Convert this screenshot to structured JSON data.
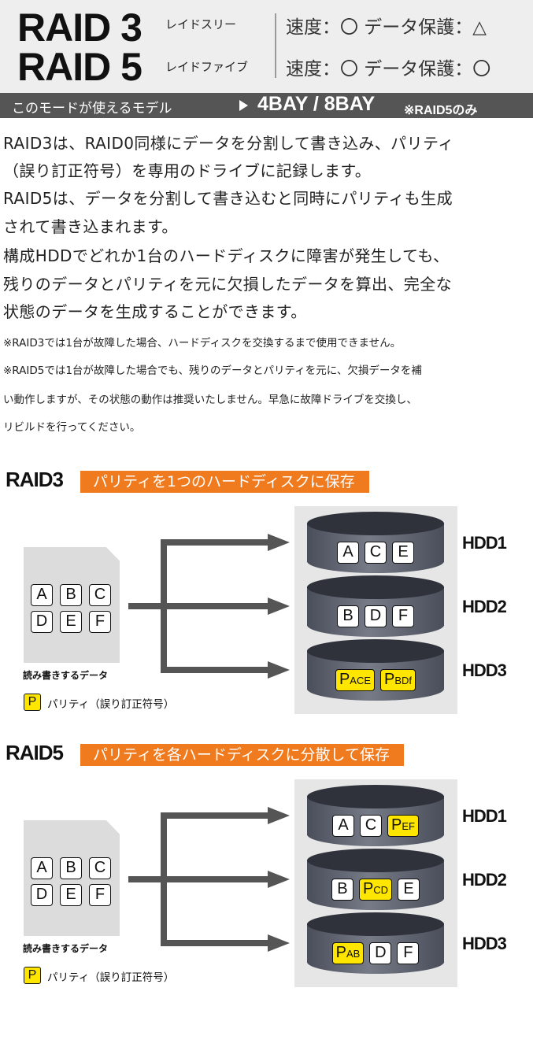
{
  "header": {
    "raid3": "RAID 3",
    "raid3_ruby": "レイドスリー",
    "raid5": "RAID 5",
    "raid5_ruby": "レイドファイブ",
    "raid3_spec": "速度：〇 データ保護：△",
    "raid5_spec": "速度：〇 データ保護：〇"
  },
  "model_bar": {
    "label": "このモードが使えるモデル",
    "bays": "4BAY / 8BAY",
    "note": "※RAID5のみ"
  },
  "description": [
    "RAID3は、RAID0同様にデータを分割して書き込み、パリティ",
    "（誤り訂正符号）を専用のドライブに記録します。",
    "RAID5は、データを分割して書き込むと同時にパリティも生成",
    "されて書き込まれます。",
    "構成HDDでどれか1台のハードディスクに障害が発生しても、",
    "残りのデータとパリティを元に欠損したデータを算出、完全な",
    "状態のデータを生成することができます。"
  ],
  "notes": [
    "※RAID3では1台が故障した場合、ハードディスクを交換するまで使用できません。",
    "※RAID5では1台が故障した場合でも、残りのデータとパリティを元に、欠損データを補",
    "い動作しますが、その状態の動作は推奨いたしません。早急に故障ドライブを交換し、",
    "リビルドを行ってください。"
  ],
  "raid3": {
    "title": "RAID3",
    "banner": "パリティを1つのハードディスクに保存",
    "data_letters": [
      "A",
      "B",
      "C",
      "D",
      "E",
      "F"
    ],
    "data_label": "読み書きするデータ",
    "legend_symbol": "P",
    "legend_text": "パリティ（誤り訂正符号）",
    "disks": [
      {
        "label": "HDD1",
        "chips": [
          {
            "main": "A"
          },
          {
            "main": "C"
          },
          {
            "main": "E"
          }
        ]
      },
      {
        "label": "HDD2",
        "chips": [
          {
            "main": "B"
          },
          {
            "main": "D"
          },
          {
            "main": "F"
          }
        ]
      },
      {
        "label": "HDD3",
        "chips": [
          {
            "main": "P",
            "sub": "ACE",
            "parity": true
          },
          {
            "main": "P",
            "sub": "BDf",
            "parity": true
          }
        ]
      }
    ]
  },
  "raid5": {
    "title": "RAID5",
    "banner": "パリティを各ハードディスクに分散して保存",
    "data_letters": [
      "A",
      "B",
      "C",
      "D",
      "E",
      "F"
    ],
    "data_label": "読み書きするデータ",
    "legend_symbol": "P",
    "legend_text": "パリティ（誤り訂正符号）",
    "disks": [
      {
        "label": "HDD1",
        "chips": [
          {
            "main": "A"
          },
          {
            "main": "C"
          },
          {
            "main": "P",
            "sub": "EF",
            "parity": true
          }
        ]
      },
      {
        "label": "HDD2",
        "chips": [
          {
            "main": "B"
          },
          {
            "main": "P",
            "sub": "CD",
            "parity": true
          },
          {
            "main": "E"
          }
        ]
      },
      {
        "label": "HDD3",
        "chips": [
          {
            "main": "P",
            "sub": "AB",
            "parity": true
          },
          {
            "main": "D"
          },
          {
            "main": "F"
          }
        ]
      }
    ]
  },
  "colors": {
    "header_bg": "#eeeeee",
    "model_bar_bg": "#555555",
    "banner_orange": "#f07a1e",
    "parity_yellow": "#ffe600",
    "arrow_gray": "#555555"
  }
}
